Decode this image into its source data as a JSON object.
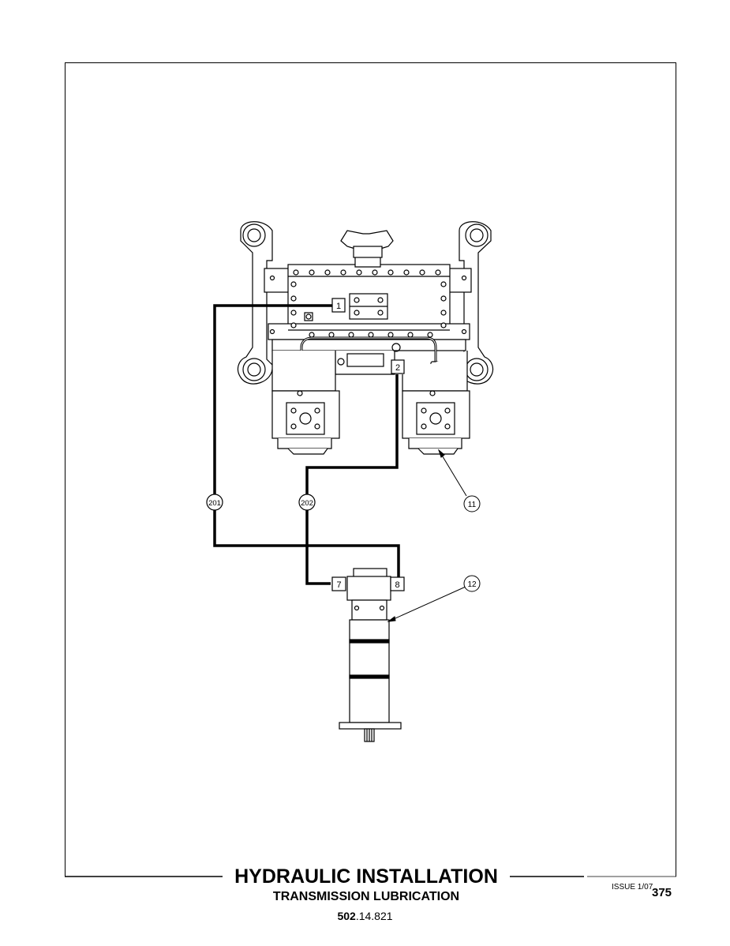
{
  "footer": {
    "title": "HYDRAULIC INSTALLATION",
    "subtitle": "TRANSMISSION LUBRICATION",
    "code_bold": "502",
    "code_rest": ".14.821",
    "issue": "ISSUE 1/07",
    "page_number": "375"
  },
  "diagram": {
    "hose_labels": [
      "201",
      "202"
    ],
    "port_labels": [
      "1",
      "2",
      "7",
      "8"
    ],
    "callouts": [
      "11",
      "12"
    ]
  },
  "colors": {
    "line": "#000000",
    "paper": "#ffffff",
    "shade": "#d9d9d9"
  }
}
